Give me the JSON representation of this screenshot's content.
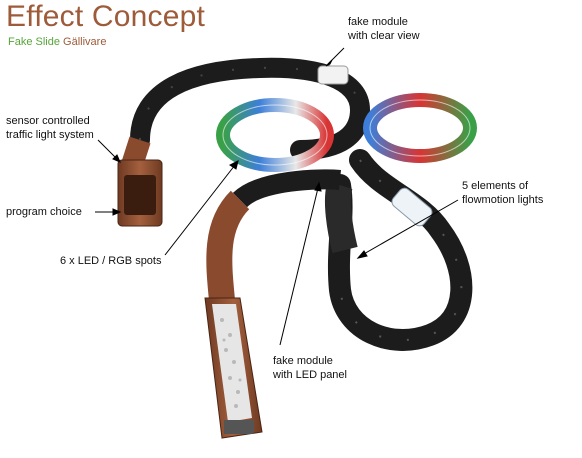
{
  "title": "Effect Concept",
  "subtitle": {
    "part1": "Fake Slide",
    "part2": "Gällivare"
  },
  "labels": {
    "fake_clear_1": "fake module",
    "fake_clear_2": "with clear view",
    "sensor_1": "sensor controlled",
    "sensor_2": "traffic light system",
    "program": "program choice",
    "spots": "6 x LED / RGB spots",
    "flow_1": "5 elements of",
    "flow_2": "flowmotion lights",
    "panel_1": "fake module",
    "panel_2": "with LED panel"
  },
  "colors": {
    "title": "#9e5b3a",
    "subtitle_green": "#58a53a",
    "tube": "#1c1c1c",
    "copper": "#8a4a2e",
    "ring_red": "#d83434",
    "ring_green": "#3aa048",
    "ring_blue": "#3d7fd8"
  }
}
